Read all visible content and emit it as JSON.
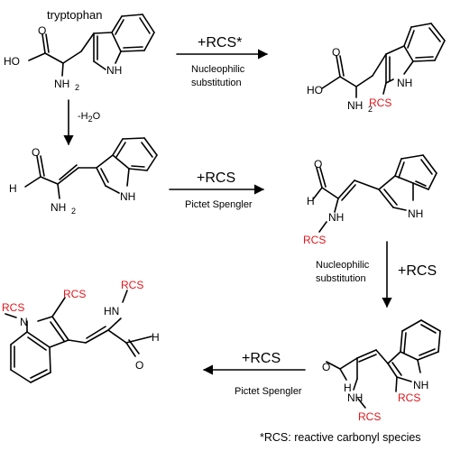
{
  "title": "tryptophan",
  "colors": {
    "rcs": "#e0161b",
    "bond": "#000000"
  },
  "atoms": {
    "ho": "HO",
    "o": "O",
    "h": "H",
    "nh2": "NH",
    "nh": "NH",
    "hn": "HN",
    "n": "N",
    "sub2": "2"
  },
  "rcs_label": "RCS",
  "arrows": {
    "a1": {
      "reagent": "+RCS*",
      "caption_l1": "Nucleophilic",
      "caption_l2": "substitution"
    },
    "a2": {
      "reagent": "-H",
      "reagent_sub": "2",
      "reagent_end": "O"
    },
    "a3": {
      "reagent": "+RCS",
      "caption": "Pictet Spengler"
    },
    "a4": {
      "reagent": "+RCS",
      "caption_l1": "Nucleophilic",
      "caption_l2": "substitution"
    },
    "a5": {
      "reagent": "+RCS",
      "caption": "Pictet Spengler"
    }
  },
  "footnote": "*RCS: reactive carbonyl species"
}
